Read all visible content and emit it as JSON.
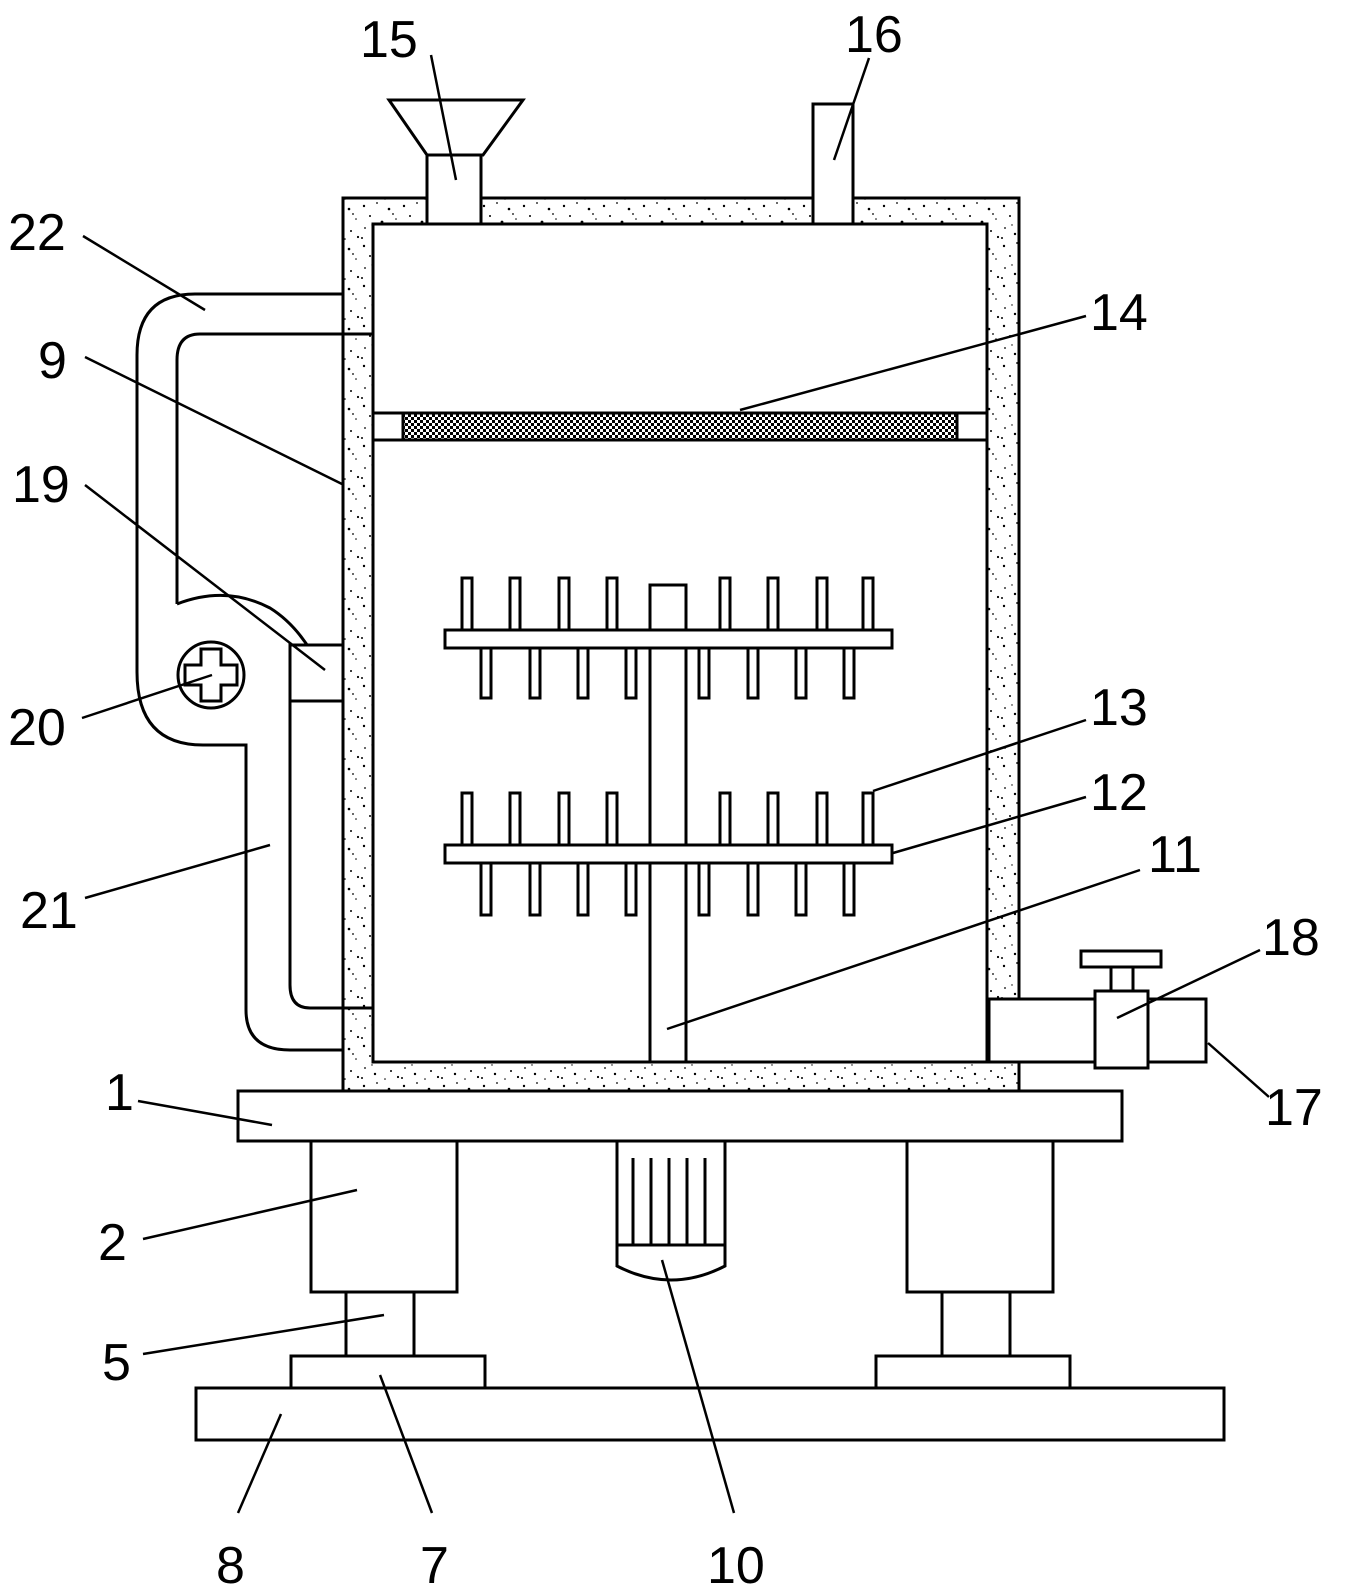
{
  "figure": {
    "stroke_color": "#000000",
    "background": "#ffffff",
    "labels": [
      {
        "id": "1",
        "text": "1",
        "part": "mounting-plate"
      },
      {
        "id": "2",
        "text": "2",
        "part": "hydraulic-cylinder"
      },
      {
        "id": "5",
        "text": "5",
        "part": "piston-rod"
      },
      {
        "id": "7",
        "text": "7",
        "part": "foot-pad"
      },
      {
        "id": "8",
        "text": "8",
        "part": "base-plate"
      },
      {
        "id": "9",
        "text": "9",
        "part": "insulated-tank-wall"
      },
      {
        "id": "10",
        "text": "10",
        "part": "motor"
      },
      {
        "id": "11",
        "text": "11",
        "part": "stirring-shaft"
      },
      {
        "id": "12",
        "text": "12",
        "part": "stirring-arm"
      },
      {
        "id": "13",
        "text": "13",
        "part": "stirring-tooth"
      },
      {
        "id": "14",
        "text": "14",
        "part": "filter-screen"
      },
      {
        "id": "15",
        "text": "15",
        "part": "feed-hopper"
      },
      {
        "id": "16",
        "text": "16",
        "part": "exhaust-pipe"
      },
      {
        "id": "17",
        "text": "17",
        "part": "discharge-pipe"
      },
      {
        "id": "18",
        "text": "18",
        "part": "valve"
      },
      {
        "id": "19",
        "text": "19",
        "part": "connecting-pipe"
      },
      {
        "id": "20",
        "text": "20",
        "part": "circulation-pump"
      },
      {
        "id": "21",
        "text": "21",
        "part": "return-pipe"
      },
      {
        "id": "22",
        "text": "22",
        "part": "upper-pipe"
      }
    ]
  }
}
